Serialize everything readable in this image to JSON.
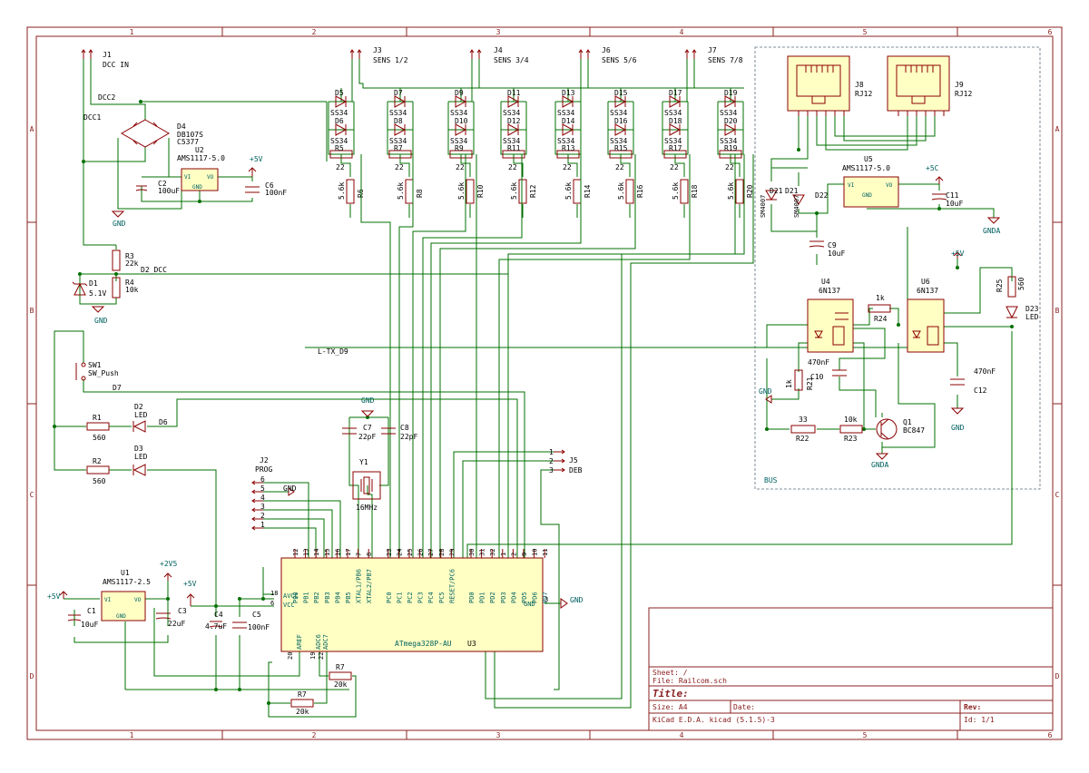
{
  "colors": {
    "frame": "#8b2020",
    "wire": "#007000",
    "component": "#8b0000",
    "label": "#006060",
    "fill": "#ffffc4",
    "text_dark": "#000000"
  },
  "border": {
    "columns": [
      "1",
      "2",
      "3",
      "4",
      "5",
      "6"
    ],
    "rows": [
      "A",
      "B",
      "C",
      "D"
    ]
  },
  "title_block": {
    "sheet": "Sheet: /",
    "file": "File: Railcom.sch",
    "title": "Title:",
    "size": "Size: A4",
    "date": "Date:",
    "rev": "Rev:",
    "tool": "KiCad E.D.A.  kicad (5.1.5)-3",
    "id": "Id: 1/1"
  },
  "connectors": {
    "j1": {
      "ref": "J1",
      "name": "DCC IN"
    },
    "j3": {
      "ref": "J3",
      "name": "SENS 1/2"
    },
    "j4": {
      "ref": "J4",
      "name": "SENS 3/4"
    },
    "j6": {
      "ref": "J6",
      "name": "SENS 5/6"
    },
    "j7": {
      "ref": "J7",
      "name": "SENS 7/8"
    },
    "j8": {
      "ref": "J8",
      "name": "RJ12"
    },
    "j9": {
      "ref": "J9",
      "name": "RJ12"
    },
    "j2": {
      "ref": "J2",
      "name": "PROG"
    },
    "j5": {
      "ref": "J5",
      "name": "DEB"
    }
  },
  "nets": {
    "dcc2": "DCC2",
    "dcc1": "DCC1",
    "d2_dcc": "D2_DCC",
    "l_tx": "L-TX_D9",
    "d7": "D7",
    "d6": "D6",
    "bus": "BUS",
    "gnd": "GND",
    "gnda": "GNDA",
    "p5v": "+5V",
    "p2v5": "+2V5",
    "p5c": "+5C"
  },
  "sense_pairs": [
    {
      "d_top": "D5",
      "d_bot": "D6",
      "r_small": "R5",
      "r_big": "R6"
    },
    {
      "d_top": "D7",
      "d_bot": "D8",
      "r_small": "R7",
      "r_big": "R8"
    },
    {
      "d_top": "D9",
      "d_bot": "D10",
      "r_small": "R9",
      "r_big": "R10"
    },
    {
      "d_top": "D11",
      "d_bot": "D12",
      "r_small": "R11",
      "r_big": "R12"
    },
    {
      "d_top": "D13",
      "d_bot": "D14",
      "r_small": "R13",
      "r_big": "R14"
    },
    {
      "d_top": "D15",
      "d_bot": "D16",
      "r_small": "R15",
      "r_big": "R16"
    },
    {
      "d_top": "D17",
      "d_bot": "D18",
      "r_small": "R17",
      "r_big": "R18"
    },
    {
      "d_top": "D19",
      "d_bot": "D20",
      "r_small": "R19",
      "r_big": "R20"
    }
  ],
  "sense_values": {
    "diode": "SS34",
    "r_small": "22",
    "r_big": "5.6k"
  },
  "parts": {
    "d4": {
      "ref": "D4",
      "value": "DB107S",
      "extra": "C5377"
    },
    "u2": {
      "ref": "U2",
      "value": "AMS1117-5.0",
      "pin_vi": "VI",
      "pin_vo": "VO",
      "pin_gnd": "GND"
    },
    "c2": {
      "ref": "C2",
      "value": "100uF"
    },
    "c6": {
      "ref": "C6",
      "value": "100nF"
    },
    "r3": {
      "ref": "R3",
      "value": "22k"
    },
    "r4": {
      "ref": "R4",
      "value": "10k"
    },
    "d1": {
      "ref": "D1",
      "value": "5.1V"
    },
    "sw1": {
      "ref": "SW1",
      "value": "SW_Push"
    },
    "r1": {
      "ref": "R1",
      "value": "560"
    },
    "r2": {
      "ref": "R2",
      "value": "560"
    },
    "d2": {
      "ref": "D2",
      "value": "LED"
    },
    "d3": {
      "ref": "D3",
      "value": "LED"
    },
    "c7": {
      "ref": "C7",
      "value": "22pF"
    },
    "c8": {
      "ref": "C8",
      "value": "22pF"
    },
    "y1": {
      "ref": "Y1",
      "value": "16MHz"
    },
    "u1": {
      "ref": "U1",
      "value": "AMS1117-2.5"
    },
    "c1": {
      "ref": "C1",
      "value": "10uF"
    },
    "c3": {
      "ref": "C3",
      "value": "22uF"
    },
    "c4": {
      "ref": "C4",
      "value": "4.7uF"
    },
    "c5": {
      "ref": "C5",
      "value": "100nF"
    },
    "r7b": {
      "ref": "R7",
      "value": "20k"
    },
    "r7c": {
      "ref": "R7",
      "value": "20k"
    },
    "u3": {
      "ref": "U3",
      "value": "ATmega328P-AU"
    },
    "u5": {
      "ref": "U5",
      "value": "AMS1117-5.0"
    },
    "c11": {
      "ref": "C11",
      "value": "10uF"
    },
    "d21": {
      "ref": "D21",
      "value": "SM4007"
    },
    "d22": {
      "ref": "D22",
      "value": "SM4007"
    },
    "c9": {
      "ref": "C9",
      "value": "10uF"
    },
    "u4": {
      "ref": "U4",
      "value": "6N137"
    },
    "u6": {
      "ref": "U6",
      "value": "6N137"
    },
    "r24": {
      "ref": "R24",
      "value": "1k"
    },
    "r25": {
      "ref": "R25",
      "value": "560"
    },
    "d23": {
      "ref": "D23",
      "value": "LED"
    },
    "c10": {
      "ref": "C10",
      "value": "470nF"
    },
    "c12": {
      "ref": "C12",
      "value": "470nF"
    },
    "r21": {
      "ref": "R21",
      "value": "1k"
    },
    "r22": {
      "ref": "R22",
      "value": "33"
    },
    "r23": {
      "ref": "R23",
      "value": "10k"
    },
    "q1": {
      "ref": "Q1",
      "value": "BC847"
    }
  },
  "mcu_top_pins": {
    "numbers": [
      "12",
      "13",
      "14",
      "15",
      "16",
      "17",
      "7",
      "8",
      "23",
      "24",
      "25",
      "26",
      "27",
      "28",
      "29",
      "30",
      "31",
      "32",
      "1",
      "2",
      "9",
      "10",
      "11"
    ],
    "names": [
      "PB0",
      "PB1",
      "PB2",
      "PB3",
      "PB4",
      "PB5",
      "XTAL1/PB6",
      "XTAL2/PB7",
      "PC0",
      "PC1",
      "PC2",
      "PC3",
      "PC4",
      "PC5",
      "RESET/PC6",
      "PD0",
      "PD1",
      "PD2",
      "PD3",
      "PD4",
      "PD5",
      "PD6",
      "PD7"
    ]
  },
  "mcu_other_pins": {
    "avcc": "AVCC",
    "vcc": "VCC",
    "aref": "AREF",
    "adc6": "ADC6",
    "adc7": "ADC7",
    "gnd": "GND",
    "n18": "18",
    "n6": "6",
    "n20": "20",
    "n19": "19",
    "n22": "22",
    "n3": "3"
  },
  "j2_pins": [
    "6",
    "5",
    "4",
    "3",
    "2",
    "1"
  ],
  "j5_pins": [
    "1",
    "2",
    "3"
  ]
}
